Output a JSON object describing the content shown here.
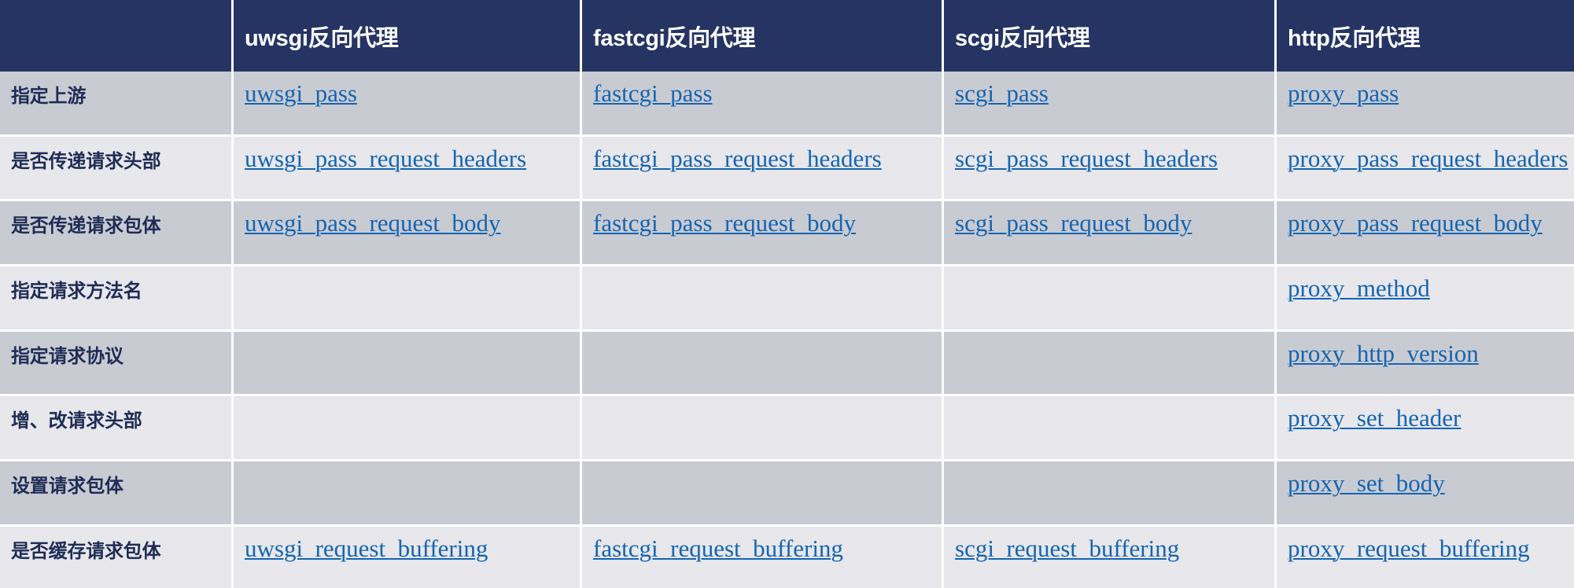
{
  "table": {
    "columns": [
      {
        "key": "feature",
        "label": ""
      },
      {
        "key": "uwsgi",
        "label": "uwsgi反向代理"
      },
      {
        "key": "fastcgi",
        "label": "fastcgi反向代理"
      },
      {
        "key": "scgi",
        "label": "scgi反向代理"
      },
      {
        "key": "http",
        "label": "http反向代理"
      }
    ],
    "rows": [
      {
        "feature": "指定上游",
        "uwsgi": "uwsgi_pass",
        "fastcgi": "fastcgi_pass",
        "scgi": "scgi_pass",
        "http": "proxy_pass"
      },
      {
        "feature": "是否传递请求头部",
        "uwsgi": "uwsgi_pass_request_headers",
        "fastcgi": "fastcgi_pass_request_headers",
        "scgi": "scgi_pass_request_headers",
        "http": "proxy_pass_request_headers"
      },
      {
        "feature": "是否传递请求包体",
        "uwsgi": "uwsgi_pass_request_body",
        "fastcgi": "fastcgi_pass_request_body",
        "scgi": "scgi_pass_request_body",
        "http": "proxy_pass_request_body"
      },
      {
        "feature": "指定请求方法名",
        "uwsgi": "",
        "fastcgi": "",
        "scgi": "",
        "http": "proxy_method"
      },
      {
        "feature": "指定请求协议",
        "uwsgi": "",
        "fastcgi": "",
        "scgi": "",
        "http": "proxy_http_version"
      },
      {
        "feature": "增、改请求头部",
        "uwsgi": "",
        "fastcgi": "",
        "scgi": "",
        "http": "proxy_set_header"
      },
      {
        "feature": "设置请求包体",
        "uwsgi": "",
        "fastcgi": "",
        "scgi": "",
        "http": "proxy_set_body"
      },
      {
        "feature": "是否缓存请求包体",
        "uwsgi": "uwsgi_request_buffering",
        "fastcgi": "fastcgi_request_buffering",
        "scgi": "scgi_request_buffering",
        "http": "proxy_request_buffering"
      }
    ]
  },
  "colors": {
    "header_background": "#253463",
    "header_text": "#ffffff",
    "row_dark": "#c9cbd3",
    "row_light": "#e7e7ec",
    "feature_text": "#1f2c55",
    "link_text": "#1565b0",
    "grid_line": "#ffffff"
  }
}
